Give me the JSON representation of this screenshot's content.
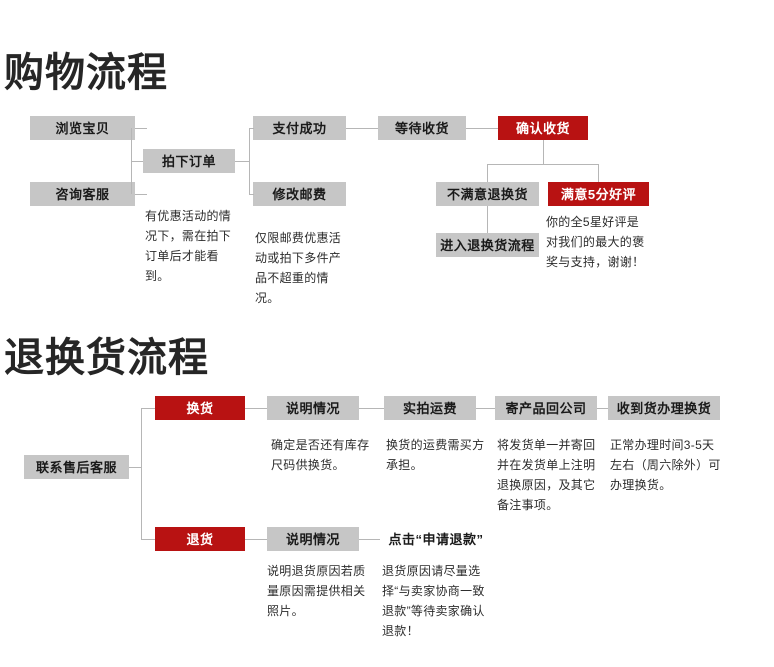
{
  "sections": [
    {
      "id": "shopping",
      "title": "购物流程",
      "nodes": [
        {
          "key": "browse",
          "label": "浏览宝贝",
          "style": "grey"
        },
        {
          "key": "contact",
          "label": "咨询客服",
          "style": "grey"
        },
        {
          "key": "place-order",
          "label": "拍下订单",
          "style": "grey"
        },
        {
          "key": "pay-success",
          "label": "支付成功",
          "style": "grey"
        },
        {
          "key": "modify-freight",
          "label": "修改邮费",
          "style": "grey"
        },
        {
          "key": "await-receipt",
          "label": "等待收货",
          "style": "grey"
        },
        {
          "key": "confirm-receipt",
          "label": "确认收货",
          "style": "red"
        },
        {
          "key": "dissatisfied",
          "label": "不满意退换货",
          "style": "grey"
        },
        {
          "key": "satisfied",
          "label": "满意5分好评",
          "style": "red"
        },
        {
          "key": "enter-return",
          "label": "进入退换货流程",
          "style": "grey"
        }
      ],
      "notes": [
        {
          "key": "note-order",
          "text": "有优惠活动的情况下，需在拍下订单后才能看到。"
        },
        {
          "key": "note-freight",
          "text": "仅限邮费优惠活动或拍下多件产品不超重的情况。"
        },
        {
          "key": "note-satisfied",
          "text": "你的全5星好评是对我们的最大的褒奖与支持，谢谢！"
        }
      ]
    },
    {
      "id": "return",
      "title": "退换货流程",
      "nodes": [
        {
          "key": "aftersales",
          "label": "联系售后客服",
          "style": "grey"
        },
        {
          "key": "exchange",
          "label": "换货",
          "style": "red"
        },
        {
          "key": "ex-explain",
          "label": "说明情况",
          "style": "grey"
        },
        {
          "key": "ex-freight",
          "label": "实拍运费",
          "style": "grey"
        },
        {
          "key": "ex-ship-back",
          "label": "寄产品回公司",
          "style": "grey"
        },
        {
          "key": "ex-receive",
          "label": "收到货办理换货",
          "style": "grey"
        },
        {
          "key": "refund",
          "label": "退货",
          "style": "red"
        },
        {
          "key": "rf-explain",
          "label": "说明情况",
          "style": "grey"
        },
        {
          "key": "rf-apply",
          "label": "点击“申请退款”",
          "style": "plain"
        }
      ],
      "notes": [
        {
          "key": "note-ex-explain",
          "text": "确定是否还有库存尺码供换货。"
        },
        {
          "key": "note-ex-freight",
          "text": "换货的运费需买方承担。"
        },
        {
          "key": "note-ex-shipback",
          "text": "将发货单一并寄回并在发货单上注明退换原因，及其它备注事项。"
        },
        {
          "key": "note-ex-receive",
          "text": "正常办理时间3-5天左右（周六除外）可办理换货。"
        },
        {
          "key": "note-rf-explain",
          "text": "说明退货原因若质量原因需提供相关照片。"
        },
        {
          "key": "note-rf-apply",
          "text": "退货原因请尽量选择“与卖家协商一致退款”等待卖家确认退款！"
        }
      ]
    }
  ],
  "colors": {
    "accent_red": "#b81212",
    "box_grey": "#c6c6c6",
    "line_grey": "#b6b6b6",
    "text_dark": "#1a1a1a"
  }
}
